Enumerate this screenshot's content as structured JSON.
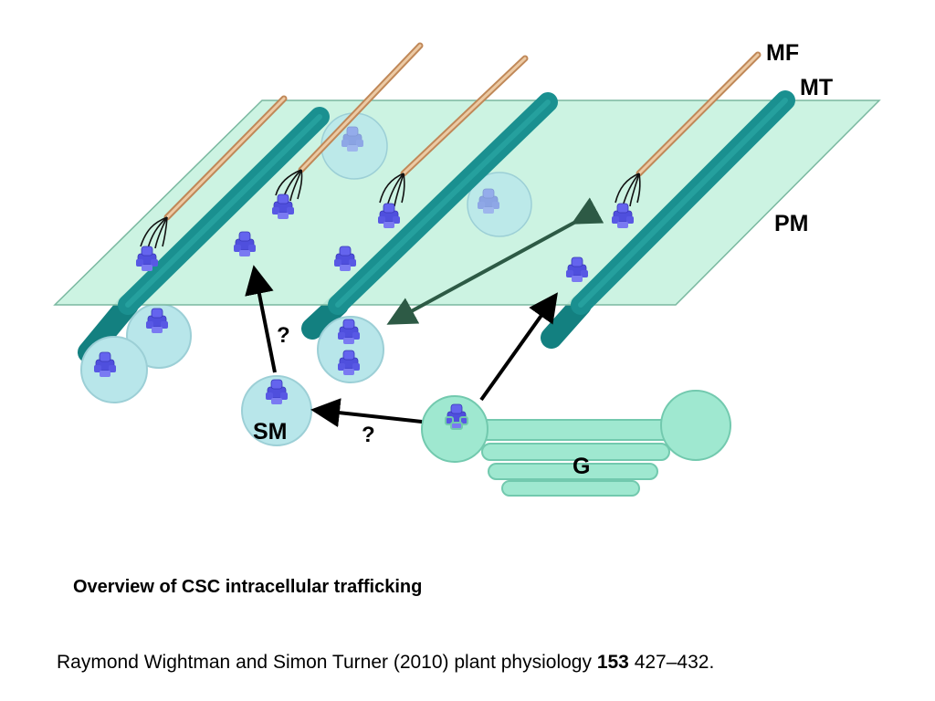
{
  "diagram": {
    "labels": {
      "mf": "MF",
      "mt": "MT",
      "pm": "PM",
      "sm": "SM",
      "g": "G",
      "question_mark": "?"
    },
    "colors": {
      "plasma_membrane": "#c8f2e0",
      "microtubule": "#1a9090",
      "microfilament": "#d9a97a",
      "vesicle": "#b8e6ea",
      "golgi": "#9fe8d0",
      "csc_complex": "#5a5ae6",
      "arrow": "#000000",
      "arrow_green": "#2d5a45"
    }
  },
  "caption": "Overview of CSC intracellular trafficking",
  "citation": {
    "prefix": "Raymond Wightman and Simon Turner (2010) plant physiology ",
    "volume": "153",
    "pages": " 427–432."
  }
}
